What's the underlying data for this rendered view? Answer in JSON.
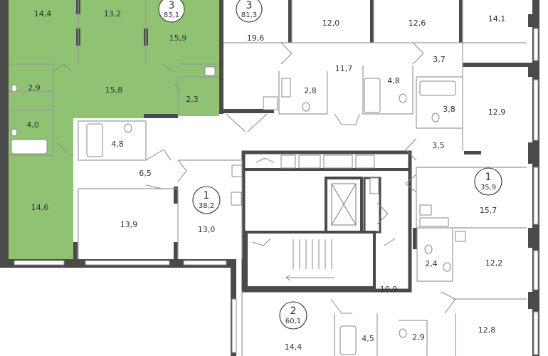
{
  "colors": {
    "highlight": "#8fc273",
    "wall": "#4a4a4a",
    "line": "#9a9a9a",
    "background": "#ffffff"
  },
  "units": [
    {
      "id": "unit-3-a",
      "rooms": "3",
      "total": "83,1",
      "highlighted": true
    },
    {
      "id": "unit-3-b",
      "rooms": "3",
      "total": "81,3",
      "highlighted": false
    },
    {
      "id": "unit-1-a",
      "rooms": "1",
      "total": "38,2",
      "highlighted": false
    },
    {
      "id": "unit-1-b",
      "rooms": "1",
      "total": "35,9",
      "highlighted": false
    },
    {
      "id": "unit-2-a",
      "rooms": "2",
      "total": "60,1",
      "highlighted": false
    }
  ],
  "areas": [
    "14,4",
    "13,2",
    "15,9",
    "15,8",
    "2,9",
    "4,0",
    "2,3",
    "14,6",
    "19,6",
    "12,0",
    "12,6",
    "14,1",
    "11,7",
    "3,7",
    "2,8",
    "4,8",
    "3,8",
    "12,9",
    "4,8",
    "3,5",
    "6,5",
    "13,9",
    "13,0",
    "15,7",
    "12,2",
    "2,4",
    "10,9",
    "12,8",
    "14,4",
    "4,5",
    "2,9"
  ]
}
